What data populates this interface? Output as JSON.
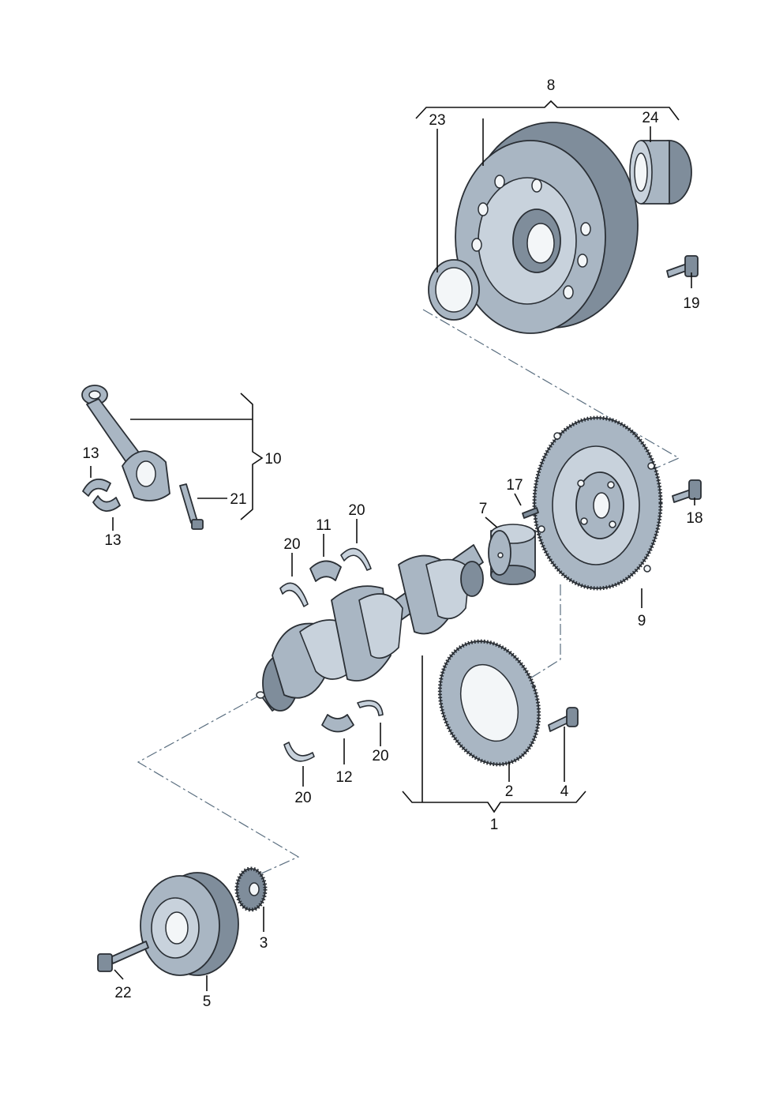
{
  "callouts": {
    "c1": "1",
    "c2": "2",
    "c3": "3",
    "c4": "4",
    "c5": "5",
    "c7": "7",
    "c8": "8",
    "c9": "9",
    "c10": "10",
    "c11": "11",
    "c12": "12",
    "c13a": "13",
    "c13b": "13",
    "c17": "17",
    "c18": "18",
    "c19": "19",
    "c20a": "20",
    "c20b": "20",
    "c20c": "20",
    "c20d": "20",
    "c21": "21",
    "c22": "22",
    "c23": "23",
    "c24": "24"
  },
  "parts": [
    "crankshaft",
    "ring-gear",
    "gear",
    "bolt",
    "pulley",
    "bearing-bush",
    "dual-mass-flywheel",
    "drive-plate",
    "connecting-rod",
    "bearing-shell",
    "rod-bearing-shell",
    "pin",
    "bolt",
    "bolt",
    "thrust-washer",
    "rod-bolt",
    "pulley-bolt",
    "seal-ring",
    "needle-bearing"
  ]
}
